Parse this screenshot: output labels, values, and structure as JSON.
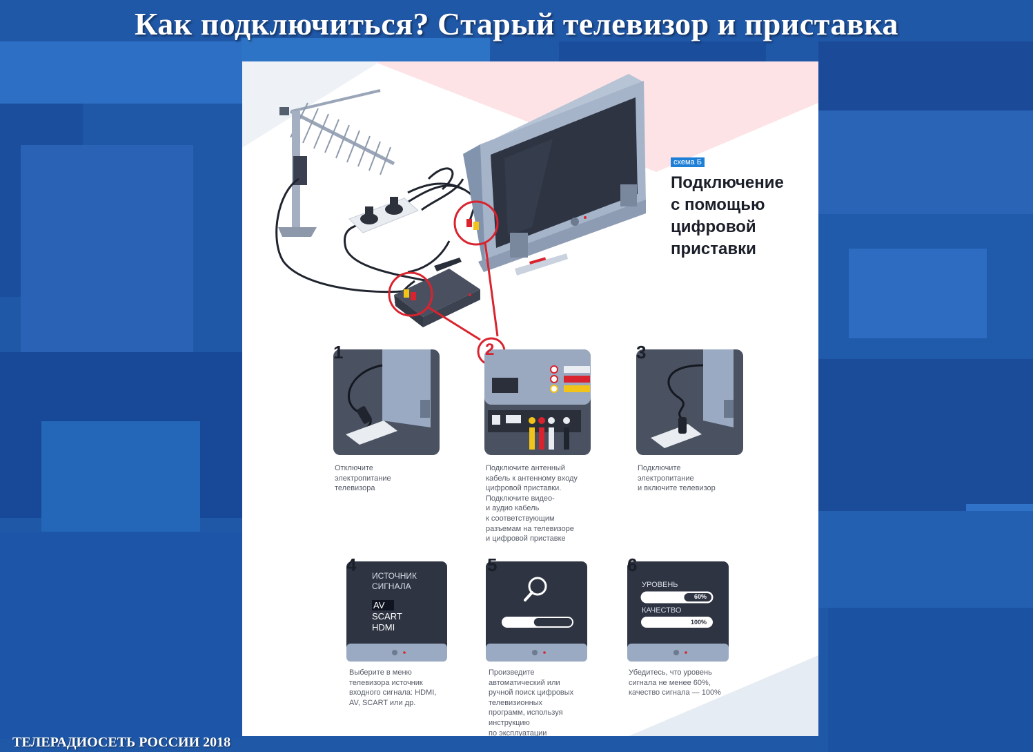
{
  "slide": {
    "title": "Как подключиться? Старый телевизор и приставка",
    "footer": "ТЕЛЕРАДИОСЕТЬ РОССИИ 2018"
  },
  "poster": {
    "tag": "схема Б",
    "heading": [
      "Подключение",
      "с помощью",
      "цифровой",
      "приставки"
    ],
    "steps": [
      {
        "number": "1",
        "caption": [
          "Отключите",
          "электропитание",
          "телевизора"
        ]
      },
      {
        "number": "2",
        "caption": [
          "Подключите антенный",
          "кабель к антенному входу",
          "цифровой приставки.",
          "Подключите видео-",
          "и аудио кабель",
          "к соответствующим",
          "разъемам на телевизоре",
          "и цифровой приставке"
        ]
      },
      {
        "number": "3",
        "caption": [
          "Подключите",
          "электропитание",
          "и включите телевизор"
        ]
      },
      {
        "number": "4",
        "caption": [
          "Выберите в меню",
          "телевизора источник",
          "входного сигнала: HDMI,",
          "AV, SCART или др."
        ],
        "screen": {
          "title": [
            "ИСТОЧНИК",
            "СИГНАЛА"
          ],
          "options": [
            "AV",
            "SCART",
            "HDMI"
          ],
          "selected": "AV"
        }
      },
      {
        "number": "5",
        "caption": [
          "Произведите",
          "автоматический или",
          "ручной поиск цифровых",
          "телевизионных",
          "программ, используя",
          "инструкцию",
          "по эксплуатации"
        ],
        "screen": {
          "progress": 0.45
        }
      },
      {
        "number": "6",
        "caption": [
          "Убедитесь, что уровень",
          "сигнала не менее 60%,",
          "качество сигнала — 100%"
        ],
        "screen": {
          "level_label": "УРОВЕНЬ",
          "level_value": "60%",
          "level": 0.6,
          "quality_label": "КАЧЕСТВО",
          "quality_value": "100%",
          "quality": 1.0
        }
      }
    ]
  },
  "colors": {
    "accent": "#d9232e",
    "screen": "#2e3442",
    "tv": "#9fb0c8",
    "tag": "#1e7fd6",
    "slide_bg": "#2058a8"
  }
}
